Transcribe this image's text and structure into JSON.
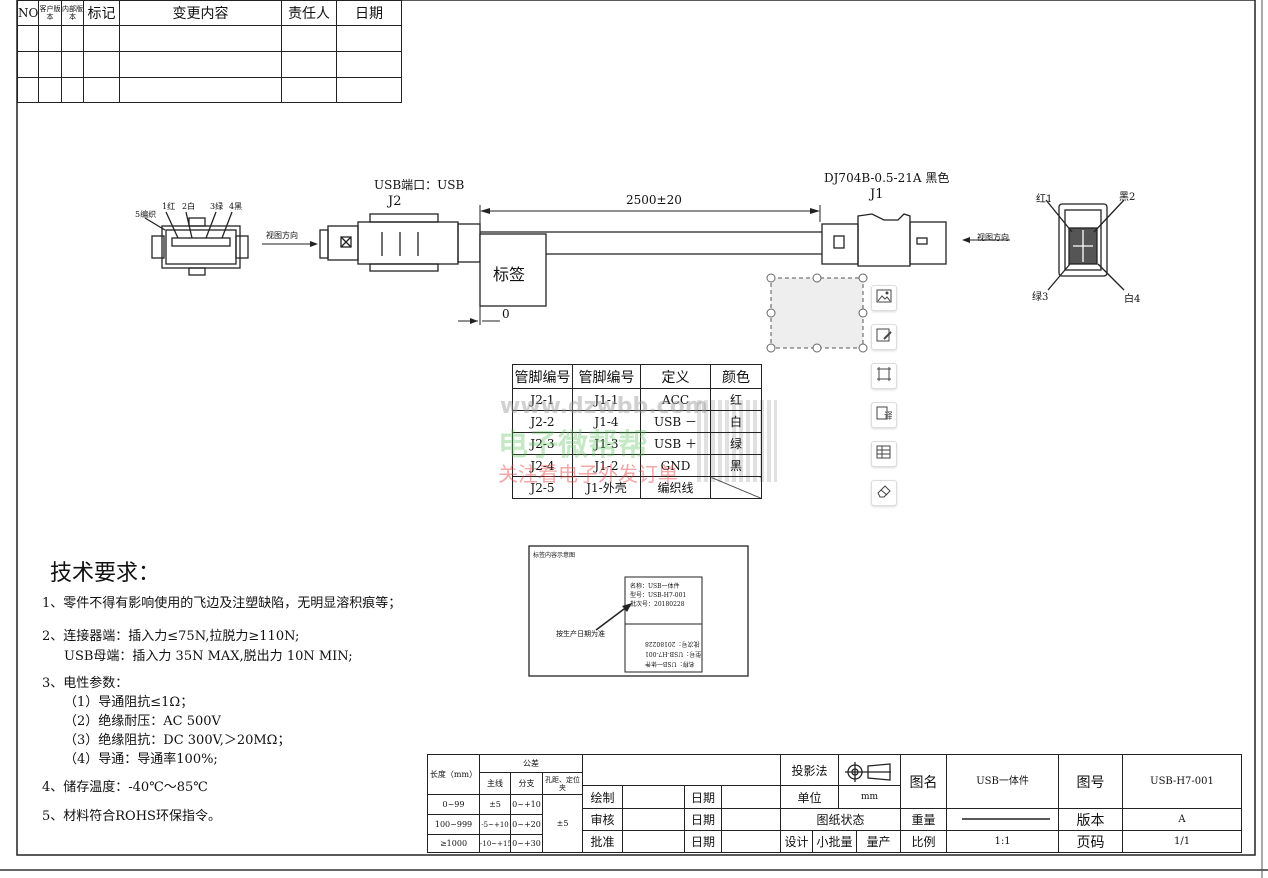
{
  "revision_table": {
    "headers": [
      "NO",
      "客户版本",
      "内部版本",
      "标记",
      "变更内容",
      "责任人",
      "日期"
    ],
    "rows": [
      [
        "",
        "",
        "",
        "",
        "",
        "",
        ""
      ],
      [
        "",
        "",
        "",
        "",
        "",
        "",
        ""
      ],
      [
        "",
        "",
        "",
        "",
        "",
        "",
        ""
      ]
    ]
  },
  "drawing": {
    "usb_port_label": "USB端口：USB",
    "j2": "J2",
    "j1_part": "DJ704B-0.5-21A 黑色",
    "j1": "J1",
    "length": "2500±20",
    "label_box": "标签",
    "offset": "0",
    "view_dir_left": "视图方向",
    "view_dir_right": "视图方向",
    "usb_pins": [
      "5编织",
      "1红",
      "2白",
      "3绿",
      "4黑"
    ],
    "j1_pins": [
      "红1",
      "黑2",
      "绿3",
      "白4"
    ]
  },
  "pin_table": {
    "headers": [
      "管脚编号",
      "管脚编号",
      "定义",
      "颜色"
    ],
    "rows": [
      [
        "J2-1",
        "J1-1",
        "ACC",
        "红"
      ],
      [
        "J2-2",
        "J1-4",
        "USB －",
        "白"
      ],
      [
        "J2-3",
        "J1-3",
        "USB ＋",
        "绿"
      ],
      [
        "J2-4",
        "J1-2",
        "GND",
        "黑"
      ],
      [
        "J2-5",
        "J1-外壳",
        "编织线",
        ""
      ]
    ]
  },
  "watermark": {
    "url": "www.dzwbb.com",
    "brand": "电子微帮帮",
    "slogan": "关注看电子外发订单"
  },
  "label_sample": {
    "title": "标签内容示意图",
    "lines": [
      "名称：USB一体件",
      "型号：USB-H7-001",
      "批次号：20180228"
    ],
    "note": "按生产日期为准",
    "mirrored": [
      "批次号：20180228",
      "型号：USB-H7-001",
      "名称：USB一体件"
    ]
  },
  "tech": {
    "title": "技术要求：",
    "items": [
      "1、零件不得有影响使用的飞边及注塑缺陷，无明显溶积痕等；",
      "2、连接器端：插入力≤75N,拉脱力≥110N;",
      "USB母端：插入力 35N MAX,脱出力 10N MIN;",
      "3、电性参数：",
      "（1）导通阻抗≤1Ω；",
      "（2）绝缘耐压：AC 500V",
      "（3）绝缘阻抗：DC 300V,＞20MΩ；",
      "（4）导通：导通率100%;",
      "4、储存温度：-40℃～85℃",
      "5、材料符合ROHS环保指令。"
    ]
  },
  "tolerance": {
    "length_header": "长度（mm）",
    "tol_header": "公差",
    "cols": [
      "主线",
      "分支",
      "孔距、定位夹"
    ],
    "rows": [
      [
        "0~99",
        "±5",
        "0~+10"
      ],
      [
        "100~999",
        "-5~+10",
        "0~+20"
      ],
      [
        "≥1000",
        "-10~+15",
        "0~+30"
      ]
    ],
    "hole": "±5"
  },
  "title_block": {
    "projection": "投影法",
    "unit_label": "单位",
    "unit": "mm",
    "drawn": "绘制",
    "checked": "审核",
    "approved": "批准",
    "date": "日期",
    "status": "图纸状态",
    "design": "设计",
    "small_batch": "小批量",
    "mass": "量产",
    "name_label": "图名",
    "name": "USB一体件",
    "number_label": "图号",
    "number": "USB-H7-001",
    "weight_label": "重量",
    "version_label": "版本",
    "version": "A",
    "scale_label": "比例",
    "scale": "1:1",
    "page_label": "页码",
    "page": "1/1"
  }
}
